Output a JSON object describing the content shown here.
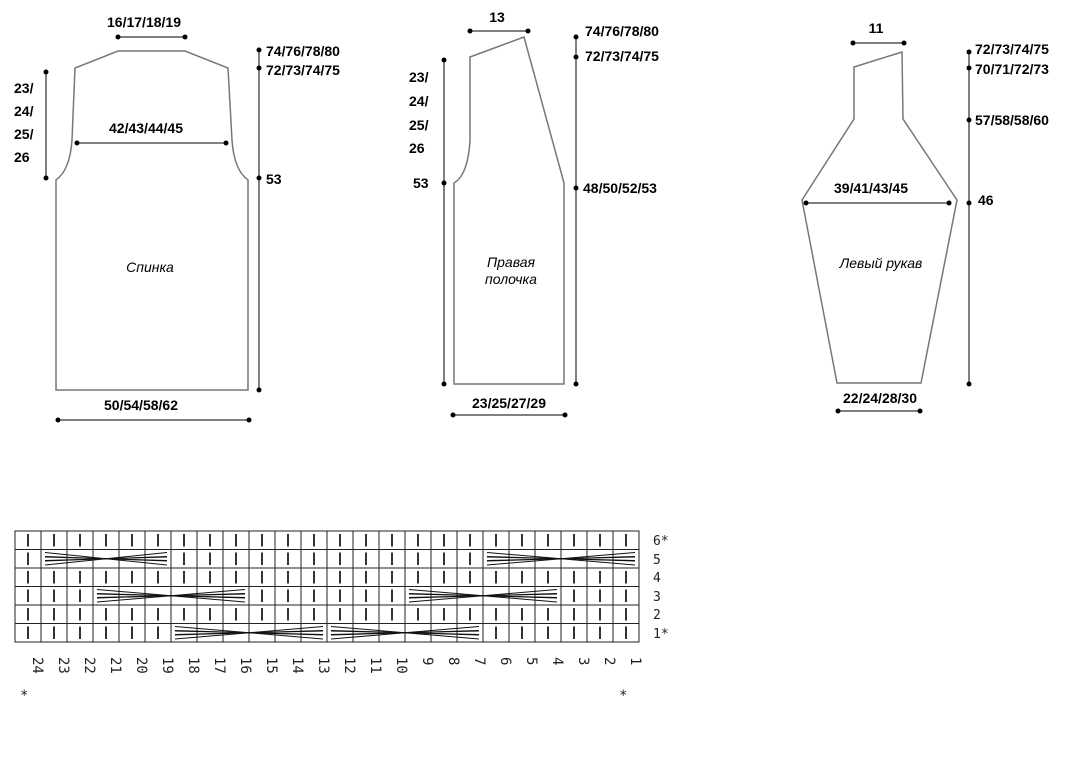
{
  "back": {
    "name": "Спинка",
    "neck_width": "16/17/18/19",
    "chest_width": "42/43/44/45",
    "bottom_width": "50/54/58/62",
    "height_total": "74/76/78/80",
    "height_shoulder": "72/73/74/75",
    "height_armhole_start": "53",
    "armhole_depth_lines": [
      "23/",
      "24/",
      "25/",
      "26"
    ]
  },
  "right_front": {
    "name_lines": [
      "Правая",
      "полочка"
    ],
    "shoulder_width": "13",
    "height_total": "74/76/78/80",
    "height_shoulder": "72/73/74/75",
    "height_neck_start": "48/50/52/53",
    "height_armhole_start": "53",
    "armhole_depth_lines": [
      "23/",
      "24/",
      "25/",
      "26"
    ],
    "bottom_width": "23/25/27/29"
  },
  "left_sleeve": {
    "name": "Левый рукав",
    "top_width": "11",
    "height_total": "72/73/74/75",
    "height_2": "70/71/72/73",
    "height_3": "57/58/58/60",
    "height_underarm": "46",
    "width_underarm": "39/41/43/45",
    "cuff_width": "22/24/28/30"
  },
  "chart": {
    "columns": 24,
    "row_labels": [
      "6*",
      "5",
      "4",
      "3",
      "2",
      "1*"
    ],
    "col_labels": [
      "24",
      "23",
      "22",
      "21",
      "20",
      "19",
      "18",
      "17",
      "16",
      "15",
      "14",
      "13",
      "12",
      "11",
      "10",
      "9",
      "8",
      "7",
      "6",
      "5",
      "4",
      "3",
      "2",
      "1"
    ],
    "repeat_marks": [
      "*",
      "*"
    ]
  }
}
